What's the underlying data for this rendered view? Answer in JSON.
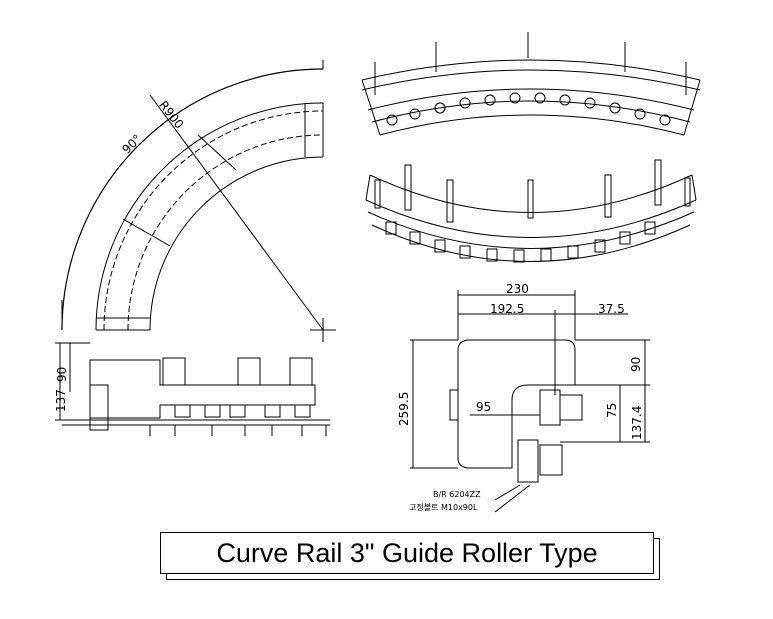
{
  "title": "Curve Rail 3\" Guide Roller Type",
  "plan_view": {
    "angle_label": "90°",
    "radius_label": "R900"
  },
  "side_view": {
    "dim_137": "137",
    "dim_90": "90"
  },
  "section_view": {
    "dim_230": "230",
    "dim_192_5": "192.5",
    "dim_37_5": "37.5",
    "dim_90": "90",
    "dim_259_5": "259.5",
    "dim_95": "95",
    "dim_75": "75",
    "dim_137_4": "137.4",
    "note_bearing": "B/R 6204ZZ",
    "note_bolt": "고정볼트 M10x90L"
  }
}
